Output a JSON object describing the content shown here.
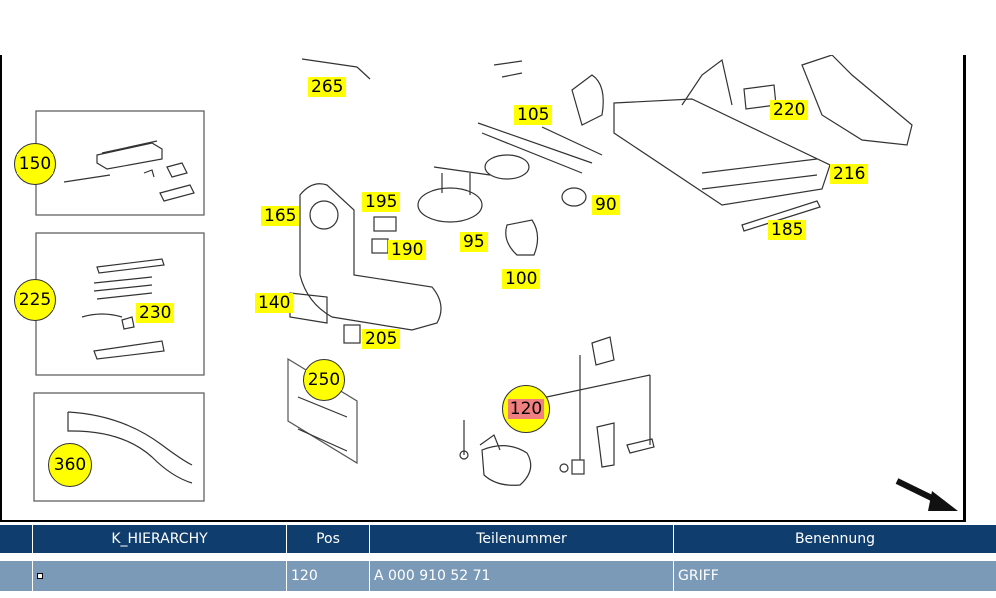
{
  "callouts": {
    "c265": "265",
    "c105": "105",
    "c220": "220",
    "c150": "150",
    "c216": "216",
    "c195": "195",
    "c165": "165",
    "c90": "90",
    "c95": "95",
    "c190": "190",
    "c185": "185",
    "c100": "100",
    "c225": "225",
    "c230": "230",
    "c140": "140",
    "c205": "205",
    "c250": "250",
    "c120": "120",
    "c360": "360"
  },
  "table": {
    "headers": [
      "K_HIERARCHY",
      "Pos",
      "Teilenummer",
      "Benennung"
    ],
    "rows": [
      {
        "pos": "120",
        "teilenummer": "A 000 910 52 71",
        "benennung": "GRIFF"
      }
    ]
  },
  "colors": {
    "header_bg": "#0f3d6e",
    "row_bg": "#7b9ab8",
    "callout": "#ffff00",
    "selected": "#f08080"
  }
}
